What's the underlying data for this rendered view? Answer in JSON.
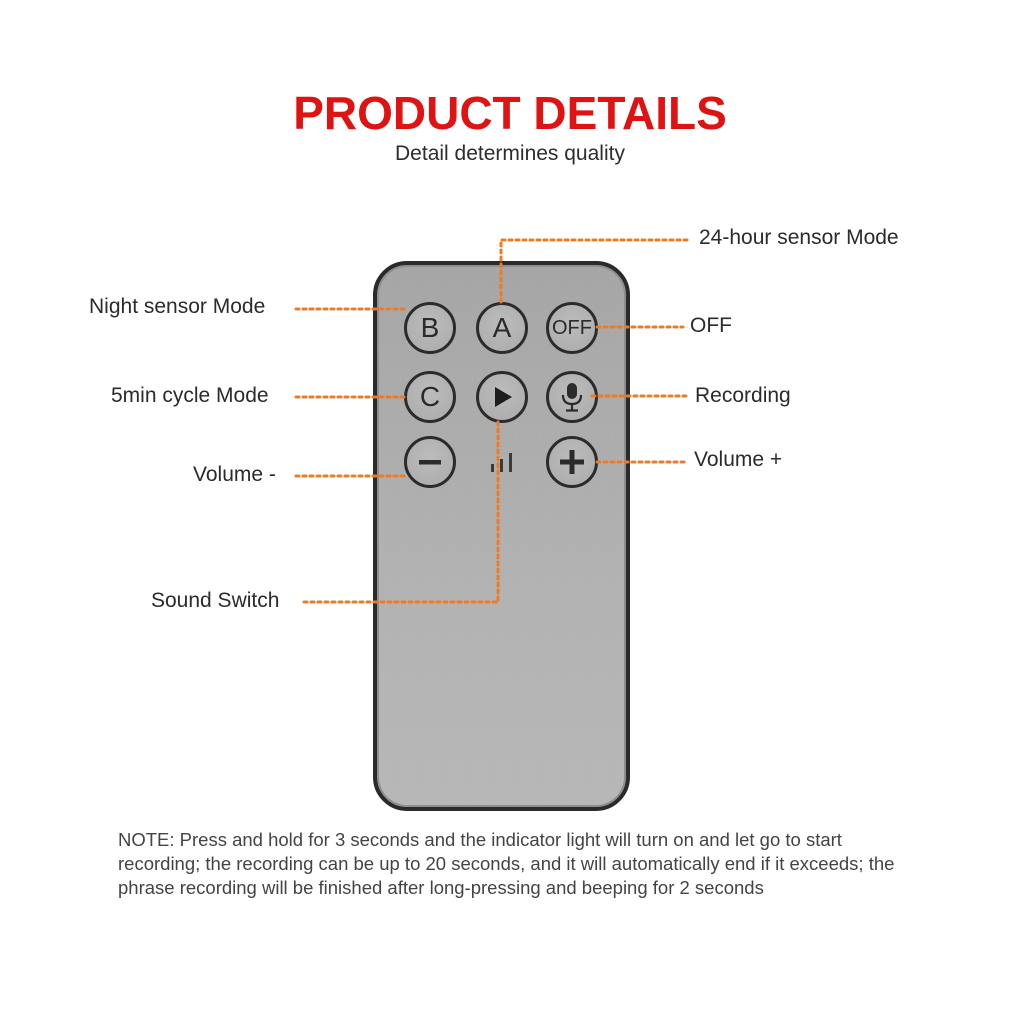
{
  "header": {
    "title": "PRODUCT DETAILS",
    "subtitle": "Detail determines quality"
  },
  "remote": {
    "buttons": {
      "b": "B",
      "a": "A",
      "off": "OFF",
      "c": "C",
      "play_icon": "play-icon",
      "mic_icon": "microphone-icon",
      "minus": "−",
      "signal_icon": "signal-bars-icon",
      "plus": "+"
    }
  },
  "callouts": {
    "sensor_24h": "24-hour sensor Mode",
    "night_sensor": "Night sensor Mode",
    "off": "OFF",
    "cycle_5min": "5min cycle Mode",
    "recording": "Recording",
    "volume_minus": "Volume -",
    "volume_plus": "Volume +",
    "sound_switch": "Sound Switch"
  },
  "note": "NOTE: Press and hold for 3 seconds and the indicator light will turn on and let go to start recording; the recording can be up to 20 seconds, and it will automatically end if it exceeds; the phrase recording will be finished after long-pressing and beeping for 2 seconds",
  "colors": {
    "title": "#e01212",
    "leader": "#f07a24",
    "remote_body": "#b2b2b2",
    "remote_border": "#2a2a2a"
  }
}
